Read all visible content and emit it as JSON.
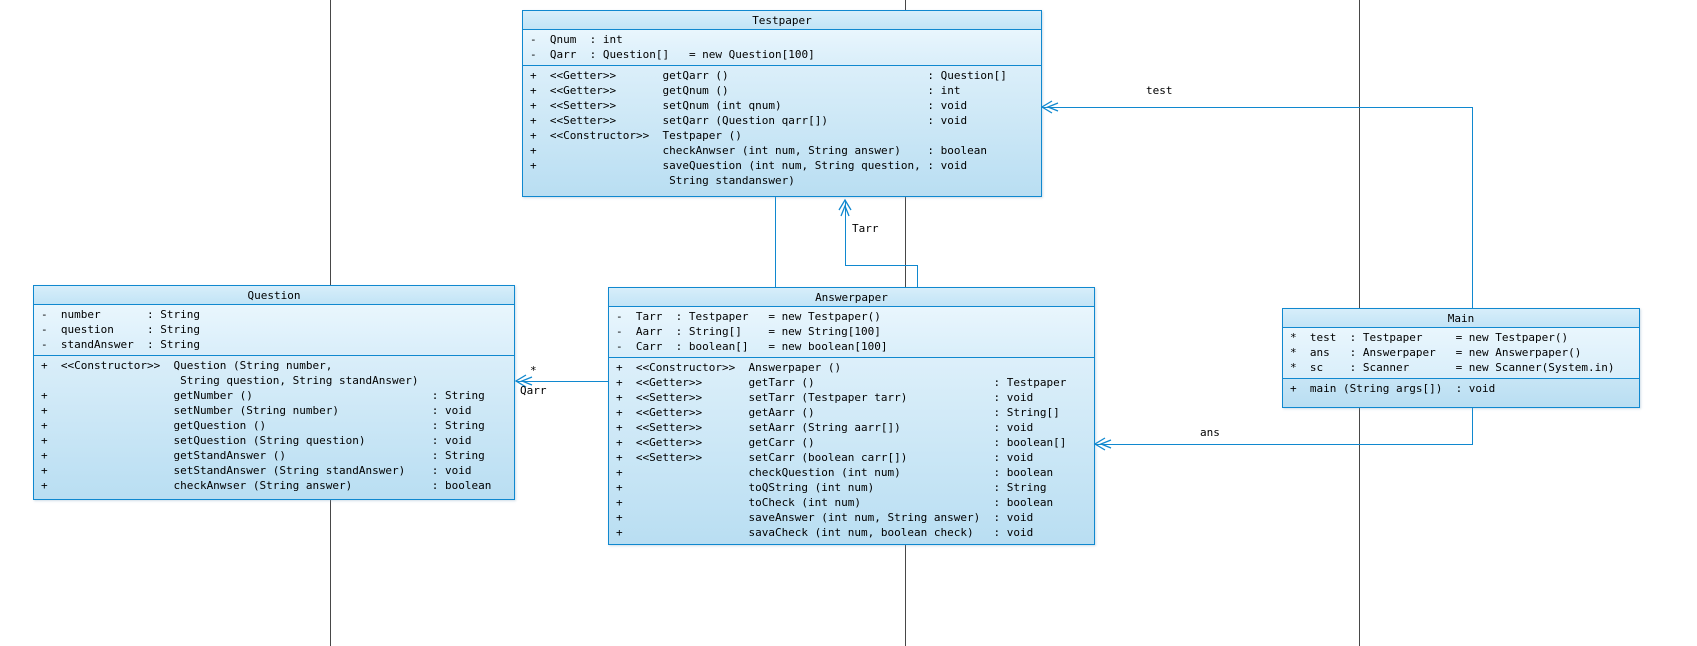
{
  "diagram": {
    "accent_color": "#1088cf",
    "guide_color": "#474747",
    "labels": {
      "test": "test",
      "tarr": "Tarr",
      "qarr": "Qarr",
      "qarr_multiplicity": "*",
      "ans": "ans"
    },
    "classes": [
      {
        "title": "Testpaper",
        "attributes": [
          "-  Qnum  : int",
          "-  Qarr  : Question[]   = new Question[100]"
        ],
        "methods": [
          "+  <<Getter>>       getQarr ()                              : Question[]",
          "+  <<Getter>>       getQnum ()                              : int",
          "+  <<Setter>>       setQnum (int qnum)                      : void",
          "+  <<Setter>>       setQarr (Question qarr[])               : void",
          "+  <<Constructor>>  Testpaper ()",
          "+                   checkAnwser (int num, String answer)    : boolean",
          "+                   saveQuestion (int num, String question, : void",
          "                     String standanswer)"
        ]
      },
      {
        "title": "Question",
        "attributes": [
          "-  number       : String",
          "-  question     : String",
          "-  standAnswer  : String"
        ],
        "methods": [
          "+  <<Constructor>>  Question (String number,",
          "                     String question, String standAnswer)",
          "+                   getNumber ()                           : String",
          "+                   setNumber (String number)              : void",
          "+                   getQuestion ()                         : String",
          "+                   setQuestion (String question)          : void",
          "+                   getStandAnswer ()                      : String",
          "+                   setStandAnswer (String standAnswer)    : void",
          "+                   checkAnwser (String answer)            : boolean"
        ]
      },
      {
        "title": "Answerpaper",
        "attributes": [
          "-  Tarr  : Testpaper   = new Testpaper()",
          "-  Aarr  : String[]    = new String[100]",
          "-  Carr  : boolean[]   = new boolean[100]"
        ],
        "methods": [
          "+  <<Constructor>>  Answerpaper ()",
          "+  <<Getter>>       getTarr ()                           : Testpaper",
          "+  <<Setter>>       setTarr (Testpaper tarr)             : void",
          "+  <<Getter>>       getAarr ()                           : String[]",
          "+  <<Setter>>       setAarr (String aarr[])              : void",
          "+  <<Getter>>       getCarr ()                           : boolean[]",
          "+  <<Setter>>       setCarr (boolean carr[])             : void",
          "+                   checkQuestion (int num)              : boolean",
          "+                   toQString (int num)                  : String",
          "+                   toCheck (int num)                    : boolean",
          "+                   saveAnswer (int num, String answer)  : void",
          "+                   savaCheck (int num, boolean check)   : void"
        ]
      },
      {
        "title": "Main",
        "attributes": [
          "*  test  : Testpaper     = new Testpaper()",
          "*  ans   : Answerpaper   = new Answerpaper()",
          "*  sc    : Scanner       = new Scanner(System.in)"
        ],
        "methods": [
          "+  main (String args[])  : void"
        ]
      }
    ]
  }
}
